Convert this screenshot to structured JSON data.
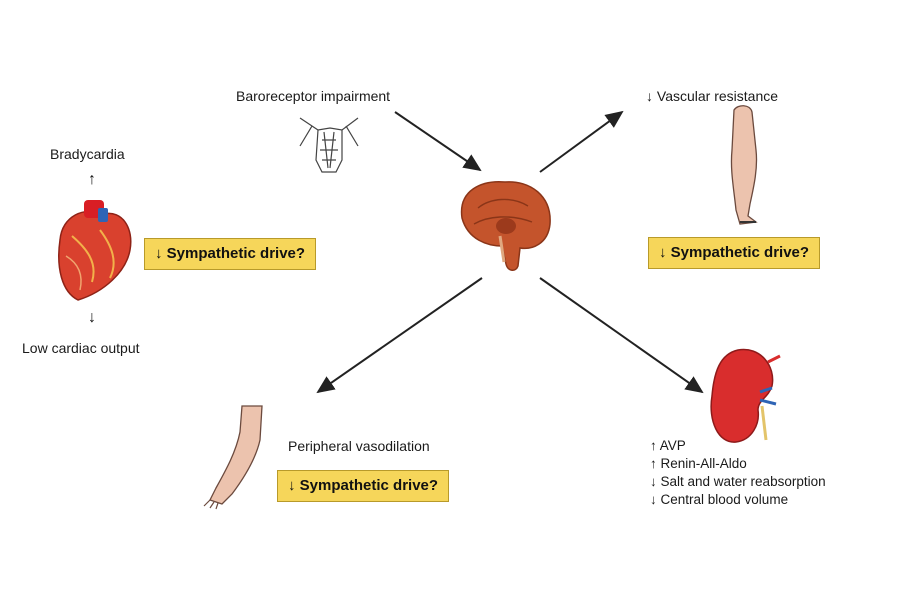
{
  "top_center": {
    "label": "Baroreceptor impairment"
  },
  "top_right": {
    "label": "↓ Vascular resistance",
    "box": "↓ Sympathetic drive?"
  },
  "left": {
    "top_label": "Bradycardia",
    "bottom_label": "Low cardiac output",
    "up_arrow": "↑",
    "down_arrow": "↓",
    "box": "↓ Sympathetic drive?"
  },
  "bottom_left": {
    "label": "Peripheral vasodilation",
    "box": "↓ Sympathetic drive?"
  },
  "bottom_right": {
    "items": [
      "↑ AVP",
      "↑ Renin-All-Aldo",
      "↓ Salt and water reabsorption",
      "↓ Central blood volume"
    ]
  },
  "colors": {
    "box_fill": "#f6d65a",
    "organ_red": "#d9412e",
    "brain": "#c4542c"
  }
}
